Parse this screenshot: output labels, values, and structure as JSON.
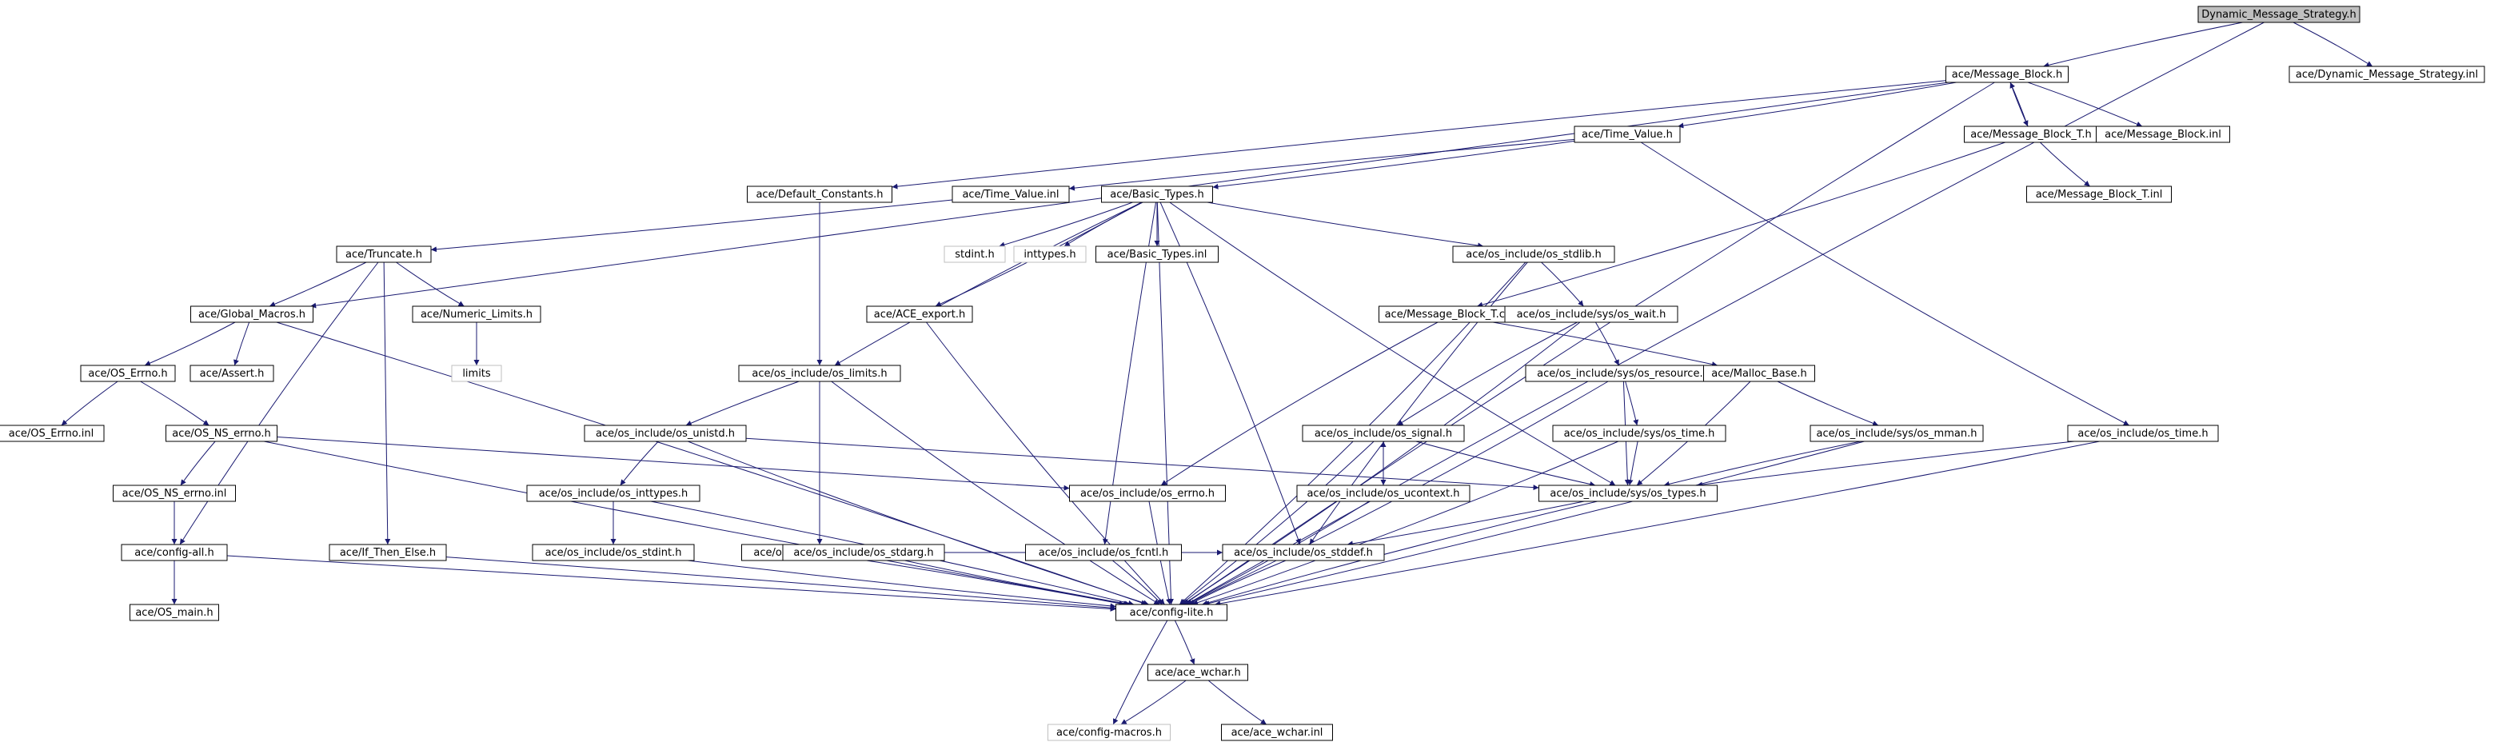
{
  "graph": {
    "style": {
      "edge_color": "#191970",
      "root_fill": "#bfbfbf",
      "node_border": "#000000",
      "external_border": "#bfbfbf"
    },
    "nodes": [
      {
        "id": "dms",
        "label": "Dynamic_Message_Strategy.h",
        "kind": "root"
      },
      {
        "id": "mb",
        "label": "ace/Message_Block.h",
        "kind": "file"
      },
      {
        "id": "dmsinl",
        "label": "ace/Dynamic_Message_Strategy.inl",
        "kind": "file"
      },
      {
        "id": "tv",
        "label": "ace/Time_Value.h",
        "kind": "file"
      },
      {
        "id": "mbt",
        "label": "ace/Message_Block_T.h",
        "kind": "file"
      },
      {
        "id": "mbinl",
        "label": "ace/Message_Block.inl",
        "kind": "file"
      },
      {
        "id": "dc",
        "label": "ace/Default_Constants.h",
        "kind": "file"
      },
      {
        "id": "tvinl",
        "label": "ace/Time_Value.inl",
        "kind": "file"
      },
      {
        "id": "bt",
        "label": "ace/Basic_Types.h",
        "kind": "file"
      },
      {
        "id": "mbtinl",
        "label": "ace/Message_Block_T.inl",
        "kind": "file"
      },
      {
        "id": "trunc",
        "label": "ace/Truncate.h",
        "kind": "file"
      },
      {
        "id": "stdint",
        "label": "stdint.h",
        "kind": "external"
      },
      {
        "id": "inttypes",
        "label": "inttypes.h",
        "kind": "external"
      },
      {
        "id": "btinl",
        "label": "ace/Basic_Types.inl",
        "kind": "file"
      },
      {
        "id": "osstdlib",
        "label": "ace/os_include/os_stdlib.h",
        "kind": "file"
      },
      {
        "id": "gm",
        "label": "ace/Global_Macros.h",
        "kind": "file"
      },
      {
        "id": "numlim",
        "label": "ace/Numeric_Limits.h",
        "kind": "file"
      },
      {
        "id": "aceexp",
        "label": "ace/ACE_export.h",
        "kind": "file"
      },
      {
        "id": "mbtcpp",
        "label": "ace/Message_Block_T.cpp",
        "kind": "file"
      },
      {
        "id": "oswait",
        "label": "ace/os_include/sys/os_wait.h",
        "kind": "file"
      },
      {
        "id": "oserrno_h",
        "label": "ace/OS_Errno.h",
        "kind": "file"
      },
      {
        "id": "assert",
        "label": "ace/Assert.h",
        "kind": "file"
      },
      {
        "id": "limits",
        "label": "limits",
        "kind": "external"
      },
      {
        "id": "oslimits",
        "label": "ace/os_include/os_limits.h",
        "kind": "file"
      },
      {
        "id": "osres",
        "label": "ace/os_include/sys/os_resource.h",
        "kind": "file"
      },
      {
        "id": "malloc",
        "label": "ace/Malloc_Base.h",
        "kind": "file"
      },
      {
        "id": "oserrnoinl",
        "label": "ace/OS_Errno.inl",
        "kind": "file"
      },
      {
        "id": "osnserrno",
        "label": "ace/OS_NS_errno.h",
        "kind": "file"
      },
      {
        "id": "osunistd",
        "label": "ace/os_include/os_unistd.h",
        "kind": "file"
      },
      {
        "id": "ossignal",
        "label": "ace/os_include/os_signal.h",
        "kind": "file"
      },
      {
        "id": "ossystime",
        "label": "ace/os_include/sys/os_time.h",
        "kind": "file"
      },
      {
        "id": "osmman",
        "label": "ace/os_include/sys/os_mman.h",
        "kind": "file"
      },
      {
        "id": "ostime",
        "label": "ace/os_include/os_time.h",
        "kind": "file"
      },
      {
        "id": "osnserrnoinl",
        "label": "ace/OS_NS_errno.inl",
        "kind": "file"
      },
      {
        "id": "osinttypes",
        "label": "ace/os_include/os_inttypes.h",
        "kind": "file"
      },
      {
        "id": "oserrno",
        "label": "ace/os_include/os_errno.h",
        "kind": "file"
      },
      {
        "id": "osucontext",
        "label": "ace/os_include/os_ucontext.h",
        "kind": "file"
      },
      {
        "id": "ostypes",
        "label": "ace/os_include/sys/os_types.h",
        "kind": "file"
      },
      {
        "id": "configall",
        "label": "ace/config-all.h",
        "kind": "file"
      },
      {
        "id": "ifthen",
        "label": "ace/If_Then_Else.h",
        "kind": "file"
      },
      {
        "id": "osstdint",
        "label": "ace/os_include/os_stdint.h",
        "kind": "file"
      },
      {
        "id": "osstdio",
        "label": "ace/os_include/os_stdio.h",
        "kind": "file"
      },
      {
        "id": "osstdarg",
        "label": "ace/os_include/os_stdarg.h",
        "kind": "file"
      },
      {
        "id": "osfcntl",
        "label": "ace/os_include/os_fcntl.h",
        "kind": "file"
      },
      {
        "id": "osstddef",
        "label": "ace/os_include/os_stddef.h",
        "kind": "file"
      },
      {
        "id": "osmain",
        "label": "ace/OS_main.h",
        "kind": "file"
      },
      {
        "id": "configlite",
        "label": "ace/config-lite.h",
        "kind": "file"
      },
      {
        "id": "acewchar",
        "label": "ace/ace_wchar.h",
        "kind": "file"
      },
      {
        "id": "configmacros",
        "label": "ace/config-macros.h",
        "kind": "external"
      },
      {
        "id": "acewcharinl",
        "label": "ace/ace_wchar.inl",
        "kind": "file"
      }
    ],
    "edges": [
      [
        "dms",
        "mb"
      ],
      [
        "dms",
        "dmsinl"
      ],
      [
        "dms",
        "configlite"
      ],
      [
        "mb",
        "tv"
      ],
      [
        "mb",
        "mbt"
      ],
      [
        "mb",
        "mbinl"
      ],
      [
        "mb",
        "dc"
      ],
      [
        "mb",
        "gm"
      ],
      [
        "mb",
        "configlite"
      ],
      [
        "mbt",
        "mb"
      ],
      [
        "mbt",
        "mbtinl"
      ],
      [
        "mbt",
        "mbtcpp"
      ],
      [
        "tv",
        "tvinl"
      ],
      [
        "tv",
        "bt"
      ],
      [
        "tv",
        "ostime"
      ],
      [
        "tvinl",
        "trunc"
      ],
      [
        "dc",
        "oslimits"
      ],
      [
        "bt",
        "stdint"
      ],
      [
        "bt",
        "inttypes"
      ],
      [
        "bt",
        "btinl"
      ],
      [
        "bt",
        "osstdlib"
      ],
      [
        "bt",
        "aceexp"
      ],
      [
        "bt",
        "oslimits"
      ],
      [
        "bt",
        "configlite"
      ],
      [
        "bt",
        "osfcntl"
      ],
      [
        "bt",
        "osstddef"
      ],
      [
        "bt",
        "ostypes"
      ],
      [
        "trunc",
        "gm"
      ],
      [
        "trunc",
        "numlim"
      ],
      [
        "trunc",
        "ifthen"
      ],
      [
        "trunc",
        "configall"
      ],
      [
        "gm",
        "oserrno_h"
      ],
      [
        "gm",
        "assert"
      ],
      [
        "gm",
        "configlite"
      ],
      [
        "numlim",
        "limits"
      ],
      [
        "osstdlib",
        "oswait"
      ],
      [
        "osstdlib",
        "osstddef"
      ],
      [
        "osstdlib",
        "configlite"
      ],
      [
        "aceexp",
        "configlite"
      ],
      [
        "mbtcpp",
        "malloc"
      ],
      [
        "mbtcpp",
        "oserrno"
      ],
      [
        "oswait",
        "osres"
      ],
      [
        "oswait",
        "ossignal"
      ],
      [
        "oswait",
        "configlite"
      ],
      [
        "oserrno_h",
        "oserrnoinl"
      ],
      [
        "oserrno_h",
        "osnserrno"
      ],
      [
        "oslimits",
        "osunistd"
      ],
      [
        "oslimits",
        "osstdio"
      ],
      [
        "oslimits",
        "configlite"
      ],
      [
        "osres",
        "ossystime"
      ],
      [
        "osres",
        "ostypes"
      ],
      [
        "osres",
        "configlite"
      ],
      [
        "malloc",
        "osmman"
      ],
      [
        "malloc",
        "ostypes"
      ],
      [
        "osnserrno",
        "osnserrnoinl"
      ],
      [
        "osnserrno",
        "oserrno"
      ],
      [
        "osnserrno",
        "configlite"
      ],
      [
        "osnserrnoinl",
        "configall"
      ],
      [
        "osunistd",
        "osinttypes"
      ],
      [
        "osunistd",
        "ostypes"
      ],
      [
        "osunistd",
        "configlite"
      ],
      [
        "ossignal",
        "osucontext"
      ],
      [
        "ossignal",
        "ostypes"
      ],
      [
        "ossignal",
        "configlite"
      ],
      [
        "osucontext",
        "ossignal"
      ],
      [
        "osucontext",
        "configlite"
      ],
      [
        "ossystime",
        "ostypes"
      ],
      [
        "ossystime",
        "configlite"
      ],
      [
        "osmman",
        "ostypes"
      ],
      [
        "osmman",
        "configlite"
      ],
      [
        "ostime",
        "ostypes"
      ],
      [
        "ostime",
        "configlite"
      ],
      [
        "osinttypes",
        "osstdint"
      ],
      [
        "osinttypes",
        "configlite"
      ],
      [
        "oserrno",
        "configlite"
      ],
      [
        "ostypes",
        "osstddef"
      ],
      [
        "ostypes",
        "configlite"
      ],
      [
        "configall",
        "osmain"
      ],
      [
        "configall",
        "configlite"
      ],
      [
        "ifthen",
        "configlite"
      ],
      [
        "osstdint",
        "configlite"
      ],
      [
        "osstdio",
        "osstdarg"
      ],
      [
        "osstdio",
        "osstddef"
      ],
      [
        "osstdio",
        "configlite"
      ],
      [
        "osstdarg",
        "configlite"
      ],
      [
        "osfcntl",
        "configlite"
      ],
      [
        "osstddef",
        "configlite"
      ],
      [
        "configlite",
        "acewchar"
      ],
      [
        "configlite",
        "configmacros"
      ],
      [
        "acewchar",
        "configmacros"
      ],
      [
        "acewchar",
        "acewcharinl"
      ]
    ]
  }
}
